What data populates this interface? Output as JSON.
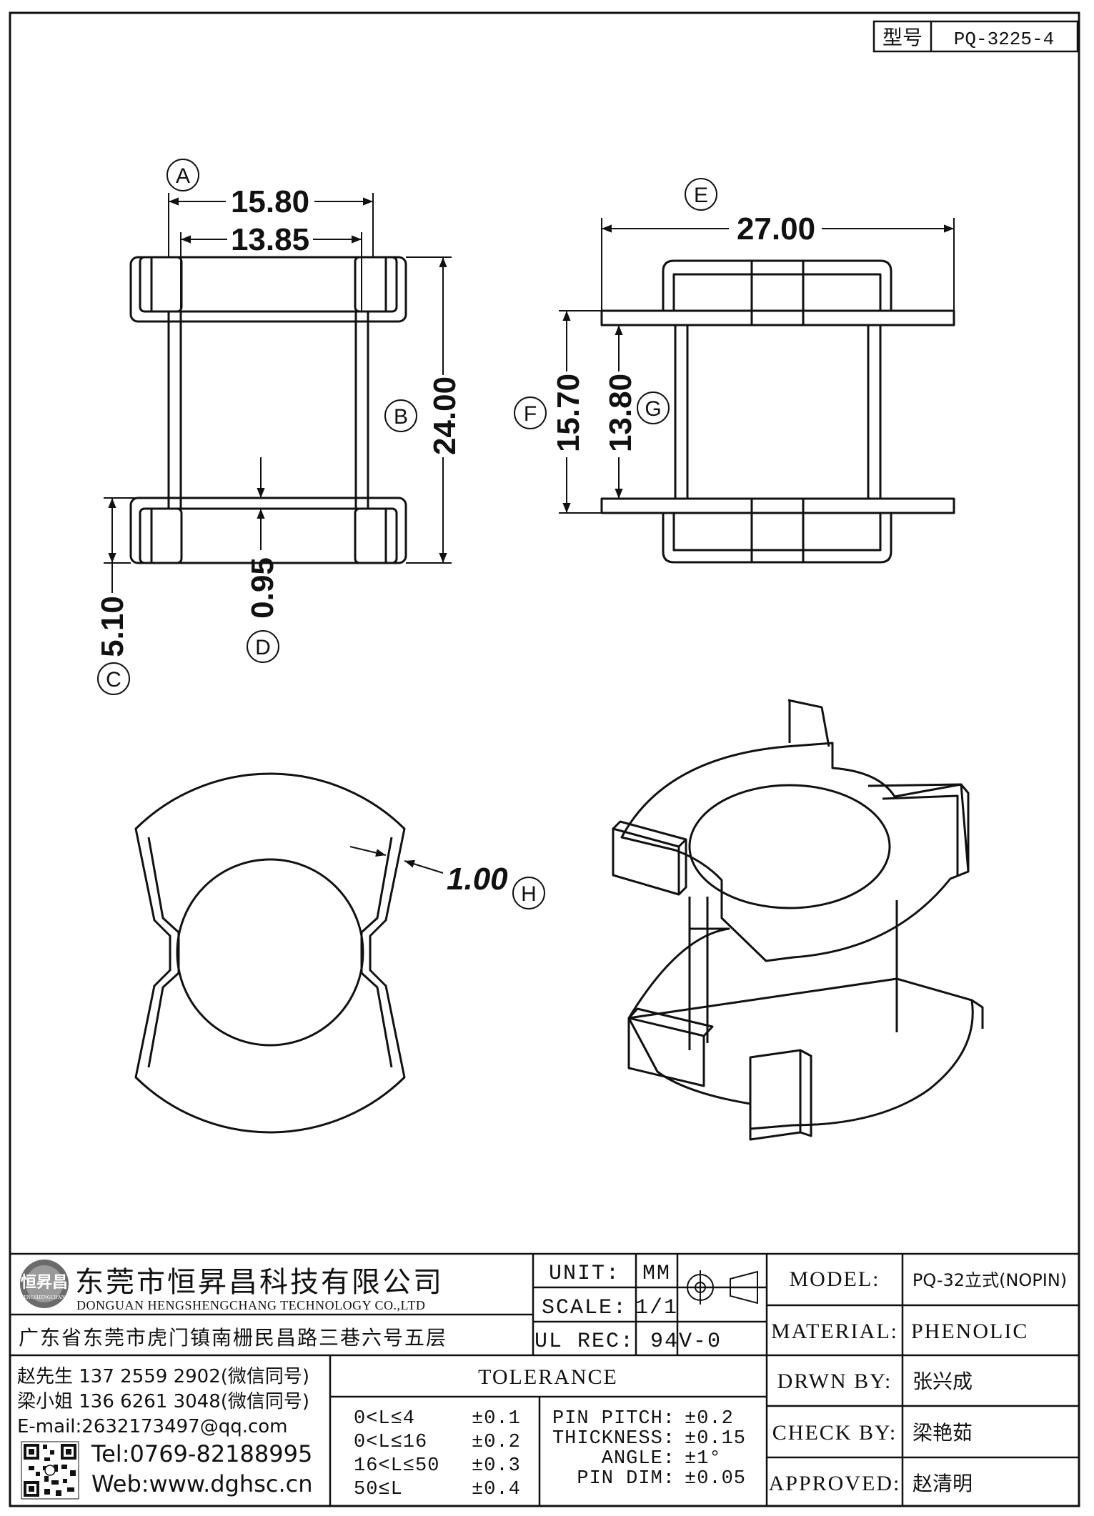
{
  "header": {
    "type_label": "型号",
    "type_value": "PQ-3225-4"
  },
  "dimensions": {
    "A": {
      "tag": "A",
      "value": "15.80"
    },
    "A2": {
      "value": "13.85"
    },
    "B": {
      "tag": "B",
      "value": "24.00"
    },
    "C": {
      "tag": "C",
      "value": "5.10"
    },
    "D": {
      "tag": "D",
      "value": "0.95"
    },
    "E": {
      "tag": "E",
      "value": "27.00"
    },
    "F": {
      "tag": "F",
      "value": "15.70"
    },
    "G": {
      "tag": "G",
      "value": "13.80"
    },
    "H": {
      "tag": "H",
      "value": "1.00"
    }
  },
  "company": {
    "name_cn": "东莞市恒昇昌科技有限公司",
    "name_en": "DONGUAN HENGSHENGCHANG TECHNOLOGY CO.,LTD",
    "logo_text": "恒昇昌",
    "logo_sub": "HENGSHENGCHANG",
    "address": "广东省东莞市虎门镇南栅民昌路三巷六号五层",
    "contact1": "赵先生 137 2559 2902(微信同号)",
    "contact2": "梁小姐 136 6261 3048(微信同号)",
    "email": "E-mail:2632173497@qq.com",
    "tel": "Tel:0769-82188995",
    "web": "Web:www.dghsc.cn"
  },
  "specs": {
    "unit_label": "UNIT:",
    "unit_value": "MM",
    "scale_label": "SCALE:",
    "scale_value": "1/1",
    "ulrec_label": "UL REC:",
    "ulrec_value": "94V-0"
  },
  "tolerance": {
    "title": "TOLERANCE",
    "rows": [
      {
        "range": "0<L≤4",
        "tol": "±0.1"
      },
      {
        "range": "0<L≤16",
        "tol": "±0.2"
      },
      {
        "range": "16<L≤50",
        "tol": "±0.3"
      },
      {
        "range": "50≤L",
        "tol": "±0.4"
      }
    ],
    "misc": [
      {
        "label": "PIN PITCH:",
        "value": "±0.2"
      },
      {
        "label": "THICKNESS:",
        "value": "±0.15"
      },
      {
        "label": "ANGLE:",
        "value": "±1°"
      },
      {
        "label": "PIN DIM:",
        "value": "±0.05"
      }
    ]
  },
  "titleblock": {
    "model_label": "MODEL:",
    "model_value": "PQ-32立式(NOPIN)",
    "material_label": "MATERIAL:",
    "material_value": "PHENOLIC",
    "drawn_label": "DRWN BY:",
    "drawn_value": "张兴成",
    "check_label": "CHECK BY:",
    "check_value": "梁艳茹",
    "approved_label": "APPROVED:",
    "approved_value": "赵清明"
  }
}
